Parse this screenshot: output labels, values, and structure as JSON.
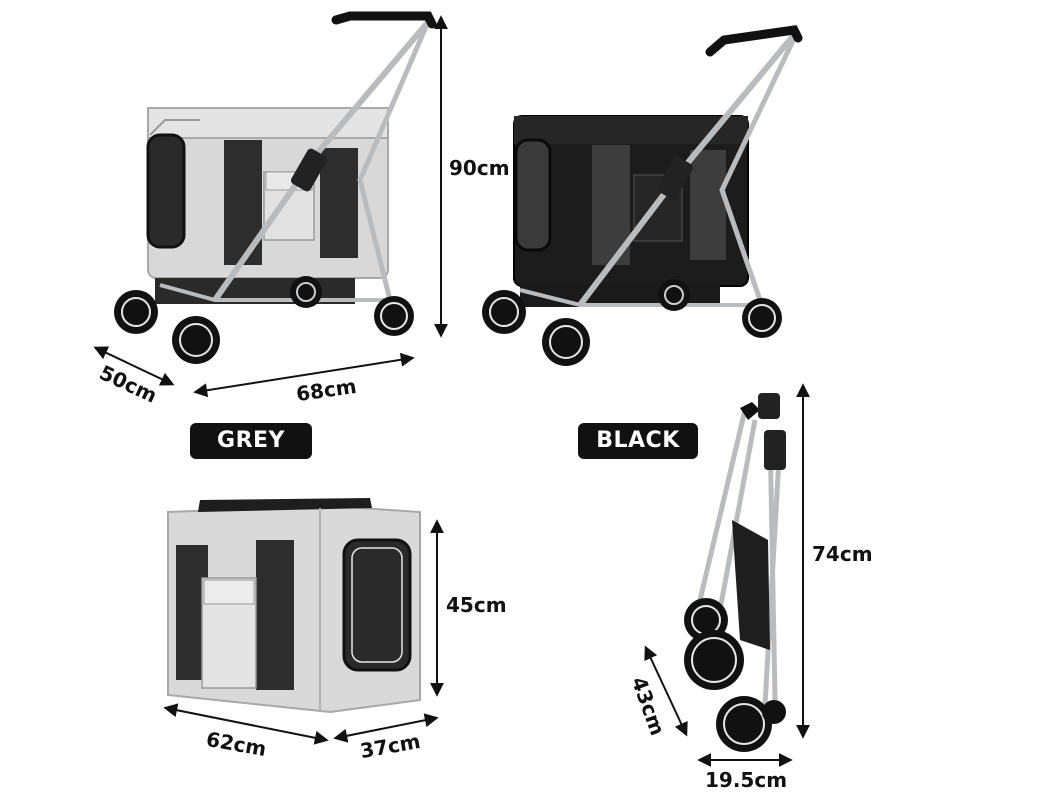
{
  "variants": {
    "grey": "GREY",
    "black": "BLACK"
  },
  "colors": {
    "grey_fabric": "#d6d6d6",
    "black_fabric": "#1c1c1c",
    "frame": "#b9bcbf",
    "label_bg": "#111111"
  },
  "dimensions": {
    "stroller_height": "90cm",
    "stroller_depth": "50cm",
    "stroller_length": "68cm",
    "carrier_height": "45cm",
    "carrier_length": "62cm",
    "carrier_width": "37cm",
    "folded_height": "74cm",
    "folded_depth": "43cm",
    "folded_width": "19.5cm"
  }
}
